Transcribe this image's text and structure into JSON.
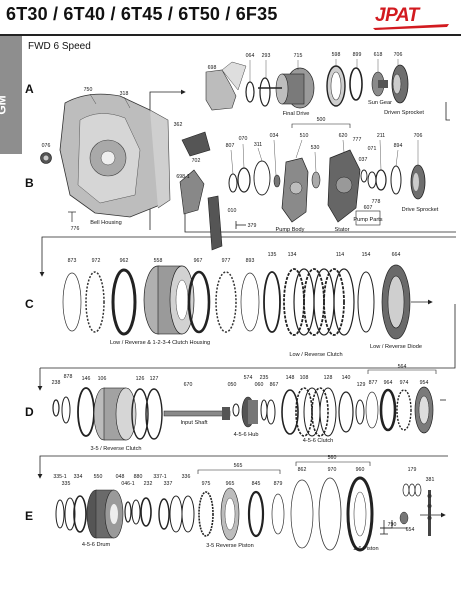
{
  "header": {
    "title": "6T30 / 6T40 / 6T45 / 6T50 / 6F35",
    "logo": "JPAT",
    "subtitle": "FWD 6 Speed",
    "side_tab": "GM"
  },
  "rows": [
    "A",
    "B",
    "C",
    "D",
    "E"
  ],
  "parts": {
    "p750": "750",
    "p318": "318",
    "p076": "076",
    "p776": "776",
    "bell": "Bell Housing",
    "p698": "698",
    "p362": "362",
    "p702": "702",
    "p6981": "698-1",
    "p064": "064",
    "p293": "293",
    "p715": "715",
    "p598": "598",
    "p899": "899",
    "p618": "618",
    "p706a": "706",
    "final": "Final Drive",
    "sun": "Sun Gear",
    "driven": "Driven Sprocket",
    "p807": "807",
    "p070": "070",
    "p311": "311",
    "p034": "034",
    "p500": "500",
    "p510": "510",
    "p530": "530",
    "p777": "777",
    "p620": "620",
    "p037": "037",
    "p071": "071",
    "p211": "211",
    "p894": "894",
    "p706b": "706",
    "p778": "778",
    "p607": "607",
    "pump_parts": "Pump Parts",
    "pump_body": "Pump Body",
    "stator": "Stator",
    "drive": "Drive Sprocket",
    "p010": "010",
    "p379": "379",
    "p873": "873",
    "p972": "972",
    "p962": "962",
    "p558": "558",
    "p967": "967",
    "p977": "977",
    "p893": "893",
    "p135": "135",
    "p134": "134",
    "p114": "114",
    "p154": "154",
    "p664": "664",
    "lr_hub": "Low / Reverse & 1-2-3-4 Clutch Housing",
    "lr_clutch": "Low / Reverse Clutch",
    "lr_diode": "Low / Reverse Diode",
    "p238": "238",
    "p878": "878",
    "p146": "146",
    "p106": "106",
    "p126": "126",
    "p127": "127",
    "p670": "670",
    "p050": "050",
    "p574": "574",
    "p235": "235",
    "p060": "060",
    "p867": "867",
    "p148": "148",
    "p108": "108",
    "p128": "128",
    "p140": "140",
    "p129": "129",
    "p877": "877",
    "p564": "564",
    "p964": "964",
    "p974": "974",
    "p954": "954",
    "rev35": "3-5 / Reverse Clutch",
    "input": "Input Shaft",
    "hub456": "4-5-6 Hub",
    "clutch456": "4-5-6 Clutch",
    "p3351": "335-1",
    "p335": "335",
    "p334": "334",
    "p550": "550",
    "p048": "048",
    "p0461": "046-1",
    "p880": "880",
    "p232": "232",
    "p3371": "337-1",
    "p337": "337",
    "p336": "336",
    "p565": "565",
    "p975": "975",
    "p965": "965",
    "p845": "845",
    "p879": "879",
    "p862": "862",
    "p560": "560",
    "p970": "970",
    "p960": "960",
    "p179": "179",
    "p381": "381",
    "p790": "790",
    "p654": "654",
    "drum456": "4-5-6 Drum",
    "piston35": "3-5 Reverse Piston",
    "piston26": "2-6 Piston"
  }
}
